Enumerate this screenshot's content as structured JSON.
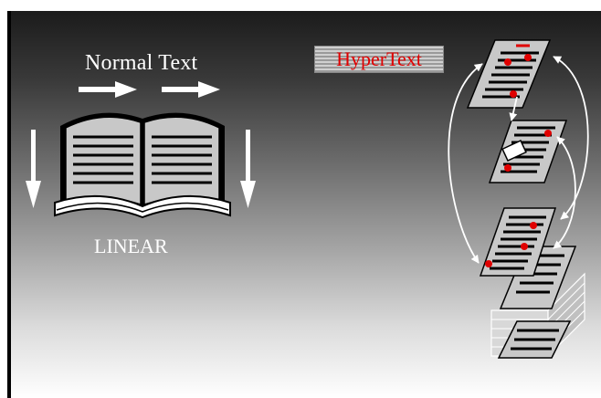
{
  "diagram": {
    "normal_text_label": "Normal Text",
    "linear_label": "LINEAR",
    "hypertext_label": "HyperText"
  },
  "colors": {
    "link_dot": "#e00000",
    "page_fill": "#c8c8c8",
    "arrow": "#ffffff"
  },
  "icons": [
    "open-book-icon",
    "arrow-right-icon",
    "arrow-down-icon",
    "linked-document-icon",
    "document-stack-icon"
  ]
}
